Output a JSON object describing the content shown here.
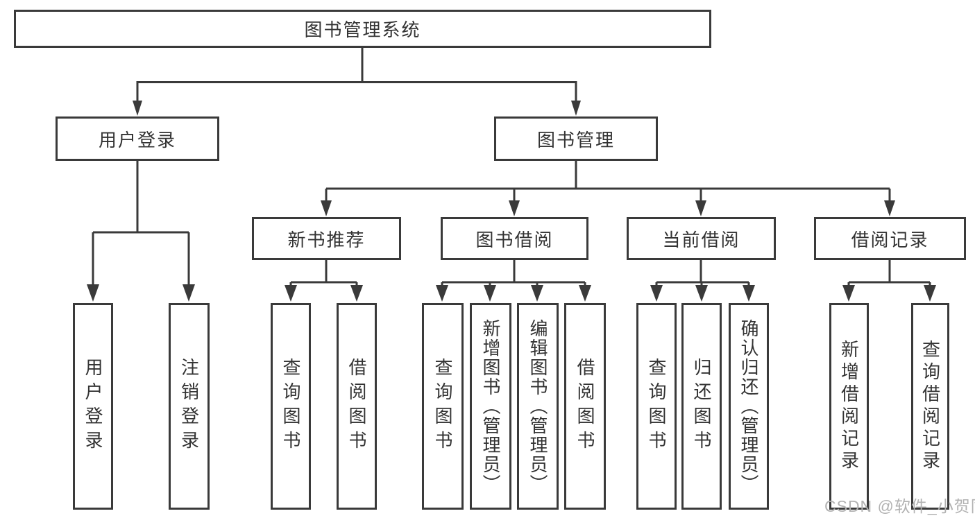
{
  "diagram": {
    "title": "图书管理系统",
    "level2": [
      {
        "label": "用户登录"
      },
      {
        "label": "图书管理"
      }
    ],
    "level3": [
      {
        "label": "新书推荐",
        "parent": "图书管理"
      },
      {
        "label": "图书借阅",
        "parent": "图书管理"
      },
      {
        "label": "当前借阅",
        "parent": "图书管理"
      },
      {
        "label": "借阅记录",
        "parent": "图书管理"
      }
    ],
    "leaves": [
      {
        "label": "用户登录",
        "parent": "用户登录"
      },
      {
        "label": "注销登录",
        "parent": "用户登录"
      },
      {
        "label": "查询图书",
        "parent": "新书推荐"
      },
      {
        "label": "借阅图书",
        "parent": "新书推荐"
      },
      {
        "label": "查询图书",
        "parent": "图书借阅"
      },
      {
        "label": "新增图书（管理员）",
        "parent": "图书借阅"
      },
      {
        "label": "编辑图书（管理员）",
        "parent": "图书借阅"
      },
      {
        "label": "借阅图书",
        "parent": "图书借阅"
      },
      {
        "label": "查询图书",
        "parent": "当前借阅"
      },
      {
        "label": "归还图书",
        "parent": "当前借阅"
      },
      {
        "label": "确认归还（管理员）",
        "parent": "当前借阅"
      },
      {
        "label": "新增借阅记录",
        "parent": "借阅记录"
      },
      {
        "label": "查询借阅记录",
        "parent": "借阅记录"
      }
    ]
  },
  "watermark": "CSDN @软件_小贺同学",
  "colors": {
    "line": "#3a3a3a",
    "text": "#333333",
    "watermark": "#b2b2b2",
    "background": "#ffffff"
  }
}
